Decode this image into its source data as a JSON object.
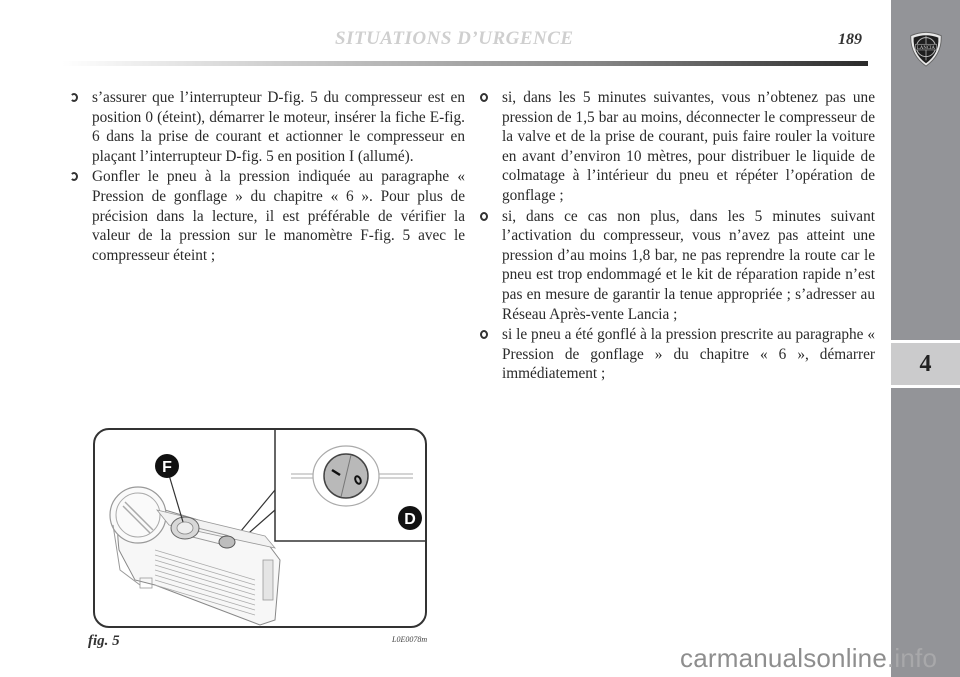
{
  "header": {
    "title": "SITUATIONS D’URGENCE",
    "page_number": "189"
  },
  "side_tab": {
    "logo": "lancia-shield-logo",
    "chapter": "4"
  },
  "left_column": {
    "items": [
      {
        "text": "s’assurer que l’interrupteur D-fig. 5 du compresseur est en position 0 (éteint), démarrer le moteur, insérer la fiche E-fig. 6 dans la prise de courant et actionner le compresseur en plaçant l’interrupteur D-fig. 5 en position I (allumé)."
      },
      {
        "text": "Gonfler le pneu à la pression indiquée au paragraphe « Pression de gonflage » du chapitre « 6 ». Pour plus de précision dans la lecture, il est préférable de vérifier la valeur de la pression sur le manomètre F-fig. 5 avec le compresseur éteint ;"
      }
    ]
  },
  "right_column": {
    "items": [
      {
        "text": "si, dans les 5 minutes suivantes, vous n’obtenez pas une pression de 1,5 bar au moins, déconnecter le compresseur de la valve et de la prise de courant, puis faire rouler la voiture en avant d’environ 10 mètres, pour distribuer le liquide de colmatage à l’intérieur du pneu et répéter l’opération de gonflage ;"
      },
      {
        "text": "si, dans ce cas non plus, dans les 5 minutes suivant l’activation du compresseur, vous n’avez pas atteint une pression d’au moins 1,8 bar, ne pas reprendre la route car le pneu est trop endommagé et le kit de réparation rapide n’est pas en mesure de garantir la tenue appropriée ; s’adresser au Réseau Après-vente Lancia ;"
      },
      {
        "text": "si le pneu a été gonflé à la pression prescrite au paragraphe « Pression de gonflage » du chapitre « 6 », démarrer immédiatement ;"
      }
    ]
  },
  "figure": {
    "caption": "fig. 5",
    "code": "L0E0078m",
    "labels": {
      "gauge": "F",
      "switch": "D"
    },
    "switch_positions": {
      "on": "I",
      "off": "0"
    }
  },
  "watermark": {
    "main": "carmanualsonline",
    "tail": ".info"
  }
}
